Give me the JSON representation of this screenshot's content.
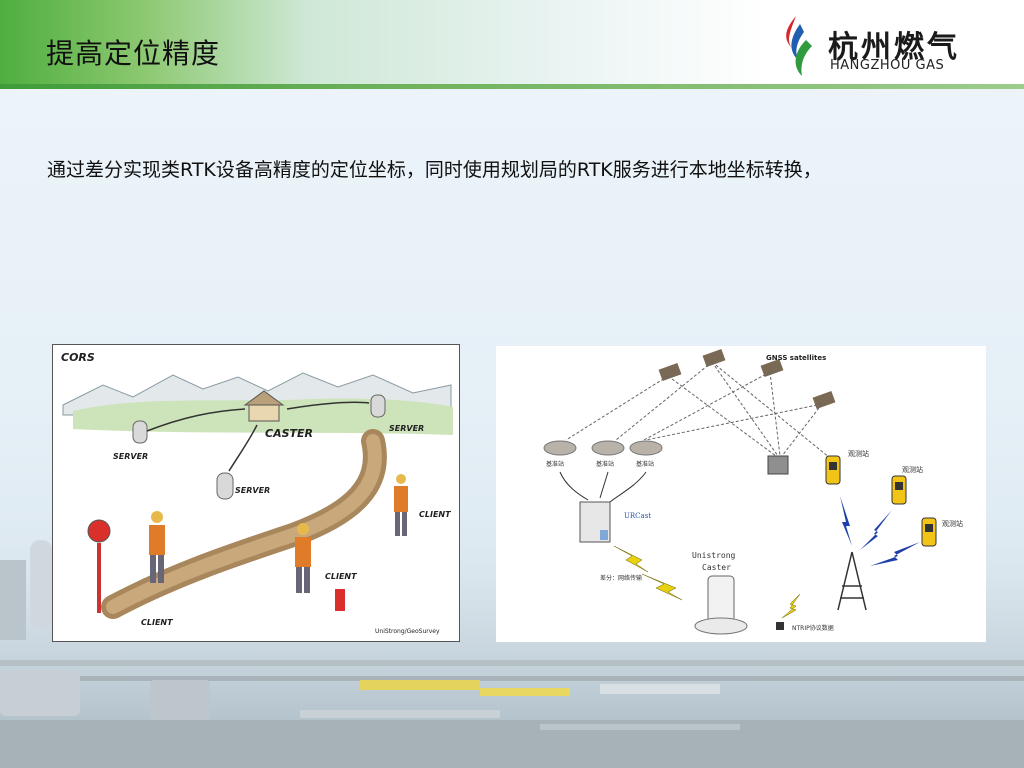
{
  "slide": {
    "title": "提高定位精度",
    "body_text": "通过差分实现类RTK设备高精度的定位坐标，同时使用规划局的RTK服务进行本地坐标转换，"
  },
  "logo": {
    "name_cn": "杭州燃气",
    "name_en": "HANGZHOU GAS",
    "colors": {
      "red": "#d8262d",
      "blue": "#1f5fb0",
      "green": "#2f9b3c"
    }
  },
  "left_diagram": {
    "corner_label": "CORS",
    "labels": {
      "caster": "CASTER",
      "server_left": "SERVER",
      "server_center": "SERVER",
      "server_right": "SERVER",
      "client_bottom_left": "CLIENT",
      "client_center": "CLIENT",
      "client_right": "CLIENT"
    },
    "credit": "UniStrong/GeoSurvey"
  },
  "right_diagram": {
    "satellites_label": "GNSS satellites",
    "ref_station_1": "基准站",
    "ref_station_2": "基准站",
    "ref_station_3": "基准站",
    "server_label": "URCast",
    "caster_label_1": "Unistrong",
    "caster_label_2": "Caster",
    "transfer_label": "差分：网络传输",
    "rover_1": "观测站",
    "rover_2": "观测站",
    "rover_3": "观测站",
    "protocol_label": "NTRIP协议数据"
  },
  "colors": {
    "header_green": "#4fae3f",
    "text": "#111111"
  }
}
